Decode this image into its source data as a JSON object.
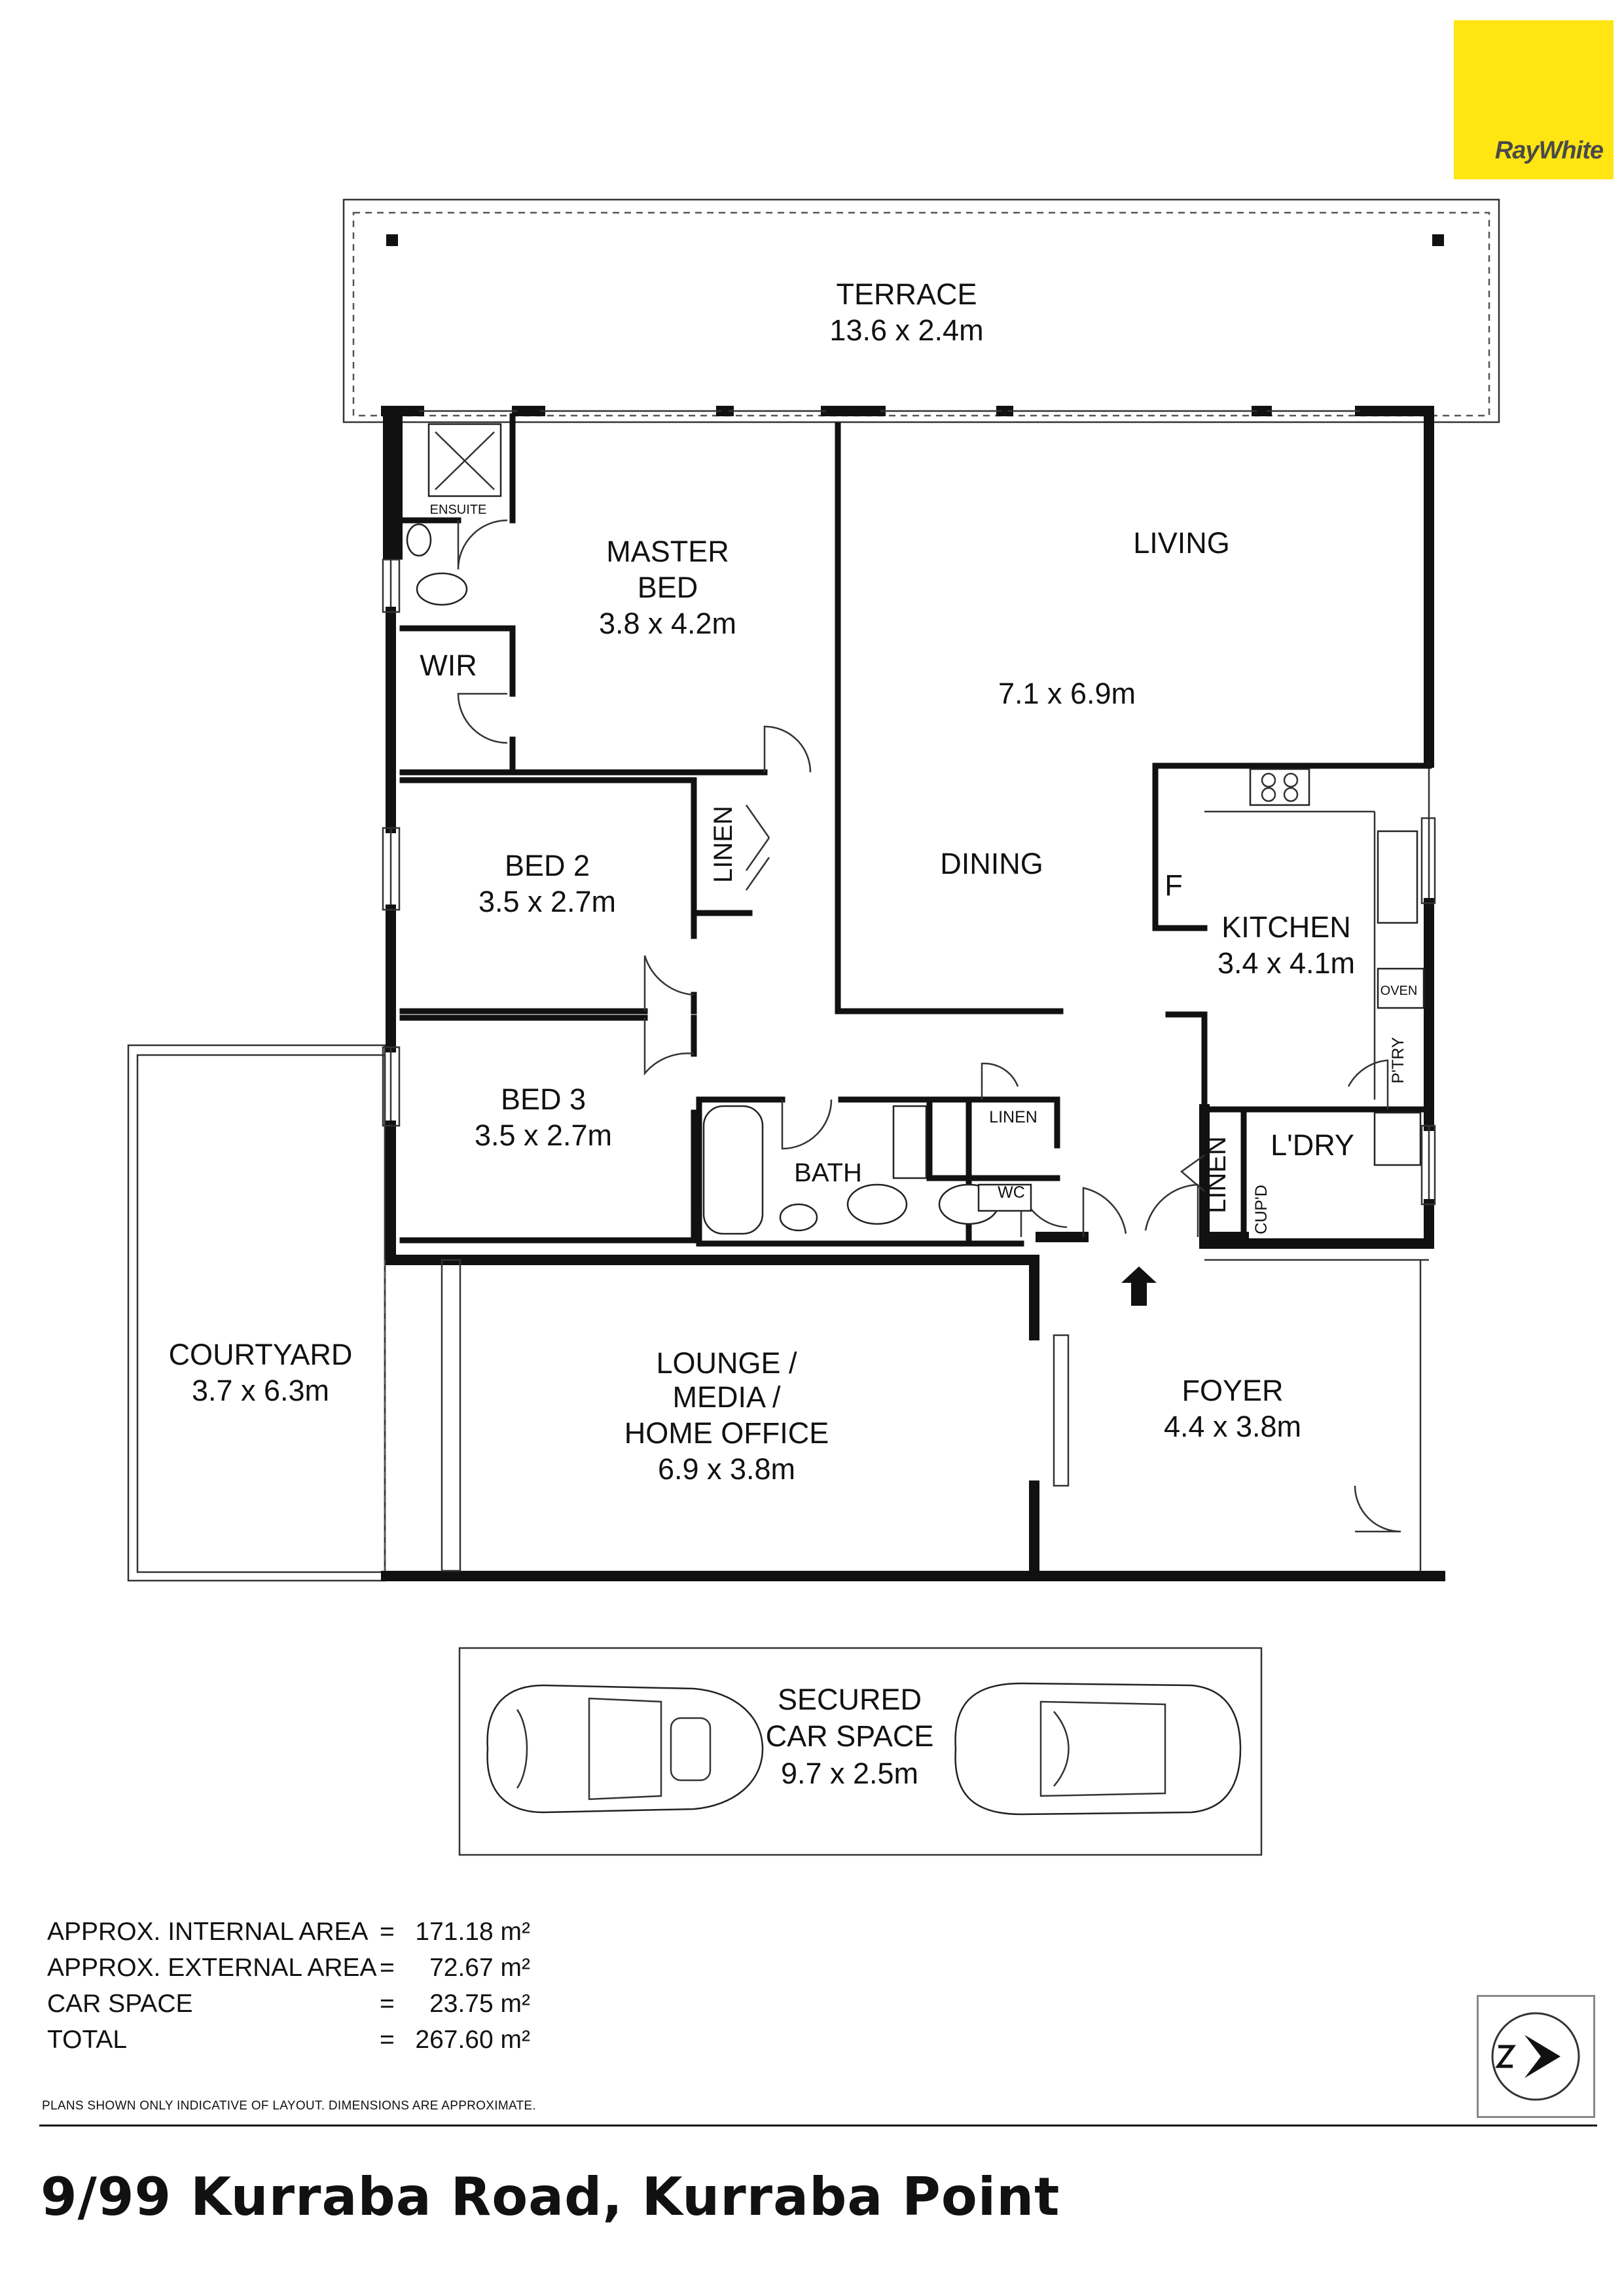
{
  "brand": {
    "name": "RayWhite",
    "color": "#ffe512"
  },
  "rooms": {
    "terrace": {
      "name": "TERRACE",
      "dims": "13.6 x 2.4m"
    },
    "master_bed": {
      "name_l1": "MASTER",
      "name_l2": "BED",
      "dims": "3.8 x 4.2m"
    },
    "ensuite": {
      "name": "ENSUITE"
    },
    "wir": {
      "name": "WIR"
    },
    "living": {
      "name": "LIVING",
      "dims": "7.1 x 6.9m"
    },
    "dining": {
      "name": "DINING"
    },
    "bed2": {
      "name": "BED 2",
      "dims": "3.5 x 2.7m"
    },
    "linen_hall": {
      "name": "LINEN"
    },
    "kitchen": {
      "name": "KITCHEN",
      "dims": "3.4 x 4.1m"
    },
    "fridge": {
      "name": "F"
    },
    "oven": {
      "name": "OVEN"
    },
    "pantry": {
      "name": "P'TRY"
    },
    "bed3": {
      "name": "BED 3",
      "dims": "3.5 x 2.7m"
    },
    "bath": {
      "name": "BATH"
    },
    "linen_bath": {
      "name": "LINEN"
    },
    "wc": {
      "name": "WC"
    },
    "linen_laundry": {
      "name": "LINEN"
    },
    "laundry": {
      "name": "L'DRY"
    },
    "cupboard": {
      "name": "CUP'D"
    },
    "courtyard": {
      "name": "COURTYARD",
      "dims": "3.7 x 6.3m"
    },
    "lounge": {
      "name_l1": "LOUNGE /",
      "name_l2": "MEDIA /",
      "name_l3": "HOME OFFICE",
      "dims": "6.9 x 3.8m"
    },
    "foyer": {
      "name": "FOYER",
      "dims": "4.4 x 3.8m"
    },
    "car_space": {
      "name_l1": "SECURED",
      "name_l2": "CAR SPACE",
      "dims": "9.7 x 2.5m"
    }
  },
  "areas": [
    {
      "label": "APPROX. INTERNAL AREA",
      "eq": "=",
      "value": "171.18 m²"
    },
    {
      "label": "APPROX. EXTERNAL AREA",
      "eq": "=",
      "value": "72.67 m²"
    },
    {
      "label": "CAR SPACE",
      "eq": "=",
      "value": "23.75 m²"
    },
    {
      "label": "TOTAL",
      "eq": "=",
      "value": "267.60 m²"
    }
  ],
  "disclaimer": "PLANS SHOWN ONLY INDICATIVE OF LAYOUT.  DIMENSIONS ARE APPROXIMATE.",
  "address": "9/99 Kurraba Road, Kurraba Point"
}
